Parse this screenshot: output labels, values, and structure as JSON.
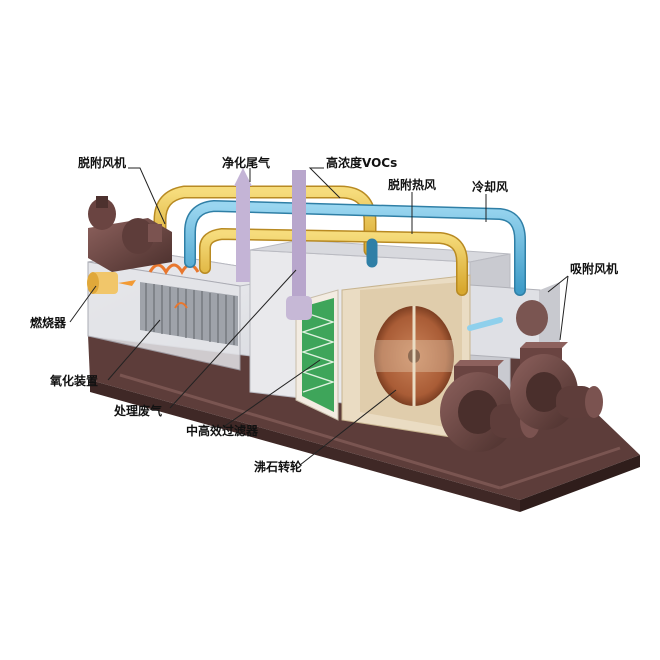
{
  "labels": {
    "desorption_fan": "脱附风机",
    "clean_exhaust": "净化尾气",
    "high_conc_vocs": "高浓度VOCs",
    "desorption_hot_air": "脱附热风",
    "cooling_air": "冷却风",
    "adsorption_fan": "吸附风机",
    "burner": "燃烧器",
    "oxidation_device": "氧化装置",
    "treated_exhaust": "处理废气",
    "filter": "中高效过滤器",
    "zeolite_rotor": "沸石转轮"
  },
  "colors": {
    "frame": "#6e4a46",
    "frame_dark": "#4a302d",
    "duct_yellow": "#e9c24a",
    "duct_blue": "#62b6dc",
    "duct_lavender": "#c4b4d6",
    "rotor": "#b3693f",
    "filter_green": "#3ea55a",
    "fan_body": "#6a4441"
  },
  "icons": [
    "desorption-fan-motor-icon",
    "adsorption-fan-motor-icon",
    "zeolite-rotor-wheel-icon",
    "exhaust-arrow-icon"
  ]
}
